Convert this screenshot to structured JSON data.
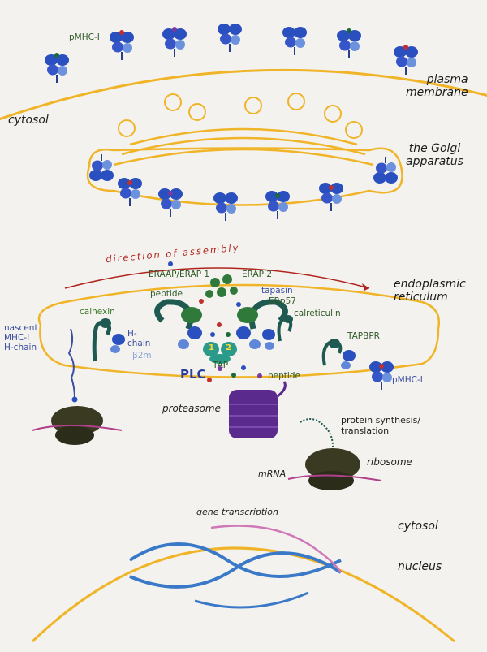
{
  "labels": {
    "pmhc_top": "pMHC-I",
    "plasma_membrane": "plasma\nmembrane",
    "cytosol_top": "cytosol",
    "golgi": "the Golgi\napparatus",
    "direction": "direction of assembly",
    "erap": "ERAAP/ERAP 1",
    "erap2": "ERAP 2",
    "peptide_top": "peptide",
    "tapasin": "tapasin",
    "erp57": "ERp57",
    "calnexin": "calnexin",
    "calreticulin": "calreticulin",
    "er": "endoplasmic\nreticulum",
    "nascent": "nascent\nMHC-I\nH-chain",
    "hchain": "H-\nchain",
    "b2m": "β2m",
    "tap": "TAP",
    "tap1": "1",
    "tap2": "2",
    "plc": "PLC",
    "peptide_bottom": "peptide",
    "tapbpr": "TAPBPR",
    "pmhc_er": "pMHC-I",
    "proteasome": "proteasome",
    "protein_synthesis": "protein synthesis/\ntranslation",
    "ribosome": "ribosome",
    "mrna": "mRNA",
    "gene_transcription": "gene transcription",
    "cytosol_bottom": "cytosol",
    "nucleus": "nucleus"
  },
  "colors": {
    "membrane": "#f0b428",
    "mhc_blue": "#2a4fbf",
    "mhc_light": "#5f86d8",
    "chaperone_green": "#2f7a3a",
    "dark_teal": "#1f5a52",
    "proteasome_purple": "#5a2a8c",
    "ribosome_dark": "#3a3a22",
    "mrna_magenta": "#b0408a",
    "dna_blue": "#3a78c8",
    "dna_pink": "#d077b8",
    "arrow_red": "#b0241d"
  }
}
